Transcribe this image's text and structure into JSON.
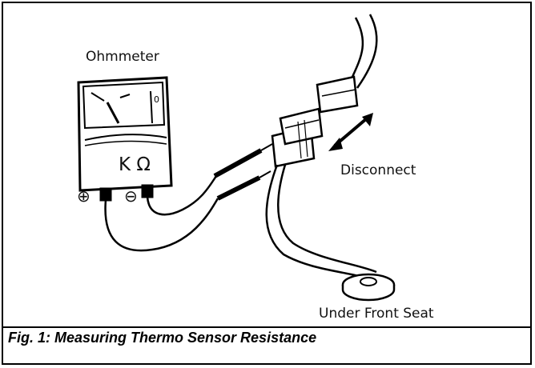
{
  "figure": {
    "caption": "Fig. 1: Measuring Thermo Sensor Resistance"
  },
  "labels": {
    "ohmmeter": "Ohmmeter",
    "disconnect": "Disconnect",
    "under_front_seat": "Under Front Seat"
  },
  "meter": {
    "unit": "K Ω",
    "scale_zero": "0",
    "terminal_positive": "⊕",
    "terminal_negative": "⊖"
  },
  "colors": {
    "line": "#000000",
    "background": "#ffffff"
  }
}
